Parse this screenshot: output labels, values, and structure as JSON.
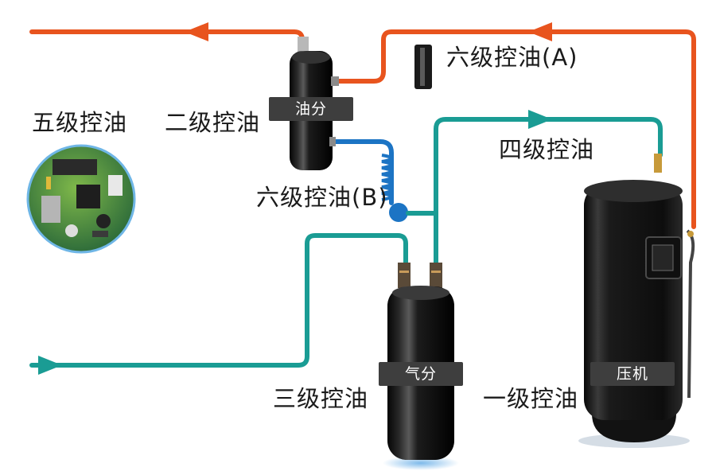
{
  "labels": {
    "level1": "一级控油",
    "level2": "二级控油",
    "level3": "三级控油",
    "level4": "四级控油",
    "level5": "五级控油",
    "level6a": "六级控油(A)",
    "level6b": "六级控油(B)"
  },
  "components": {
    "oil_separator": "油分",
    "gas_separator": "气分",
    "compressor": "压机"
  },
  "colors": {
    "discharge_line": "#e8541e",
    "suction_line": "#1a9c94",
    "oil_return_line": "#1c74c4",
    "tag_background": "#3e3e3e"
  }
}
